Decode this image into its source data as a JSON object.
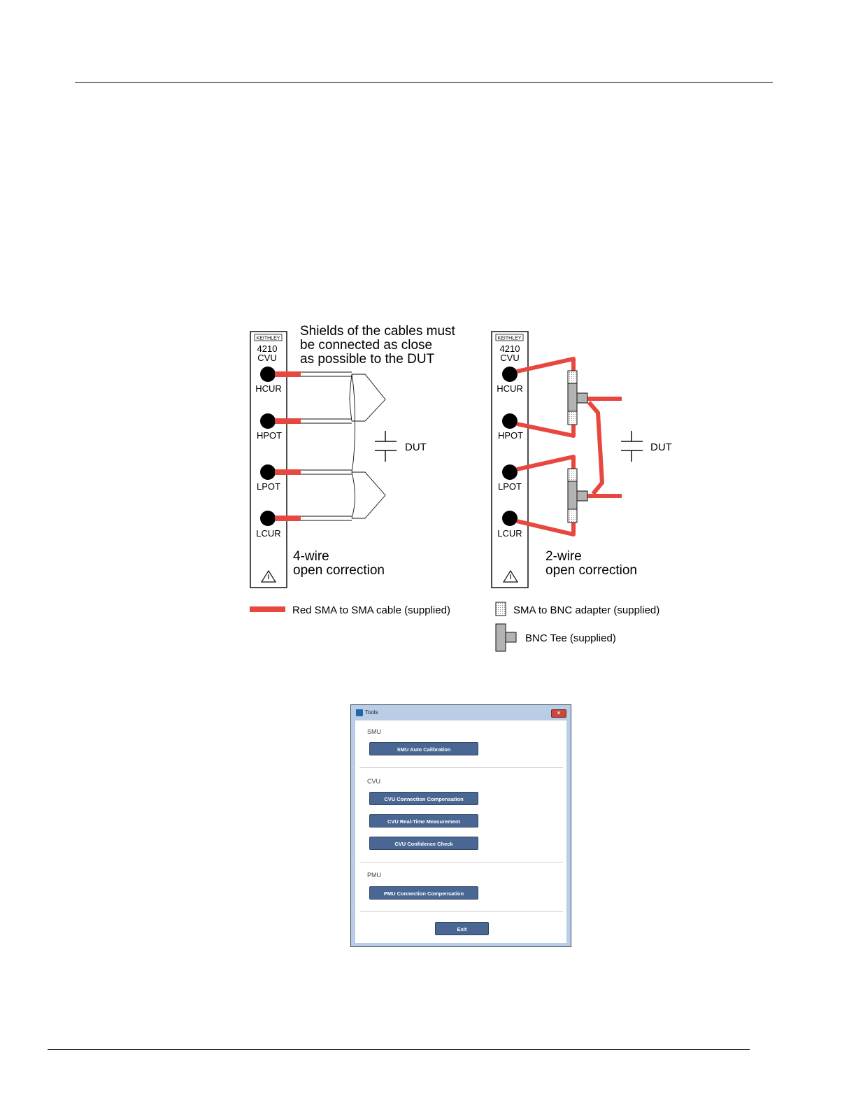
{
  "diagram": {
    "left_panel": {
      "brand": "KEITHLEY",
      "model_line1": "4210",
      "model_line2": "CVU",
      "ports": [
        "HCUR",
        "HPOT",
        "LPOT",
        "LCUR"
      ],
      "note_lines": [
        "Shields of the cables must",
        "be connected as close",
        "as possible to the DUT"
      ],
      "dut_label": "DUT",
      "caption_lines": [
        "4-wire",
        "open correction"
      ]
    },
    "right_panel": {
      "brand": "KEITHLEY",
      "model_line1": "4210",
      "model_line2": "CVU",
      "ports": [
        "HCUR",
        "HPOT",
        "LPOT",
        "LCUR"
      ],
      "dut_label": "DUT",
      "caption_lines": [
        "2-wire",
        "open correction"
      ]
    },
    "legend": {
      "red_cable": "Red SMA to SMA cable (supplied)",
      "adapter": "SMA to BNC adapter (supplied)",
      "bnc_tee": "BNC Tee (supplied)"
    },
    "colors": {
      "cable": "#e8473f",
      "tee": "#b3b3b3",
      "outline": "#111111"
    }
  },
  "dialog": {
    "title": "Tools",
    "close_icon": "close-icon",
    "sections": [
      {
        "label": "SMU",
        "buttons": [
          "SMU Auto Calibration"
        ]
      },
      {
        "label": "CVU",
        "buttons": [
          "CVU Connection Compensation",
          "CVU Real-Time Measurement",
          "CVU Confidence Check"
        ]
      },
      {
        "label": "PMU",
        "buttons": [
          "PMU Connection Compensation"
        ]
      }
    ],
    "exit_label": "Exit",
    "colors": {
      "button": "#4a6793",
      "frame": "#b9cee6"
    }
  }
}
